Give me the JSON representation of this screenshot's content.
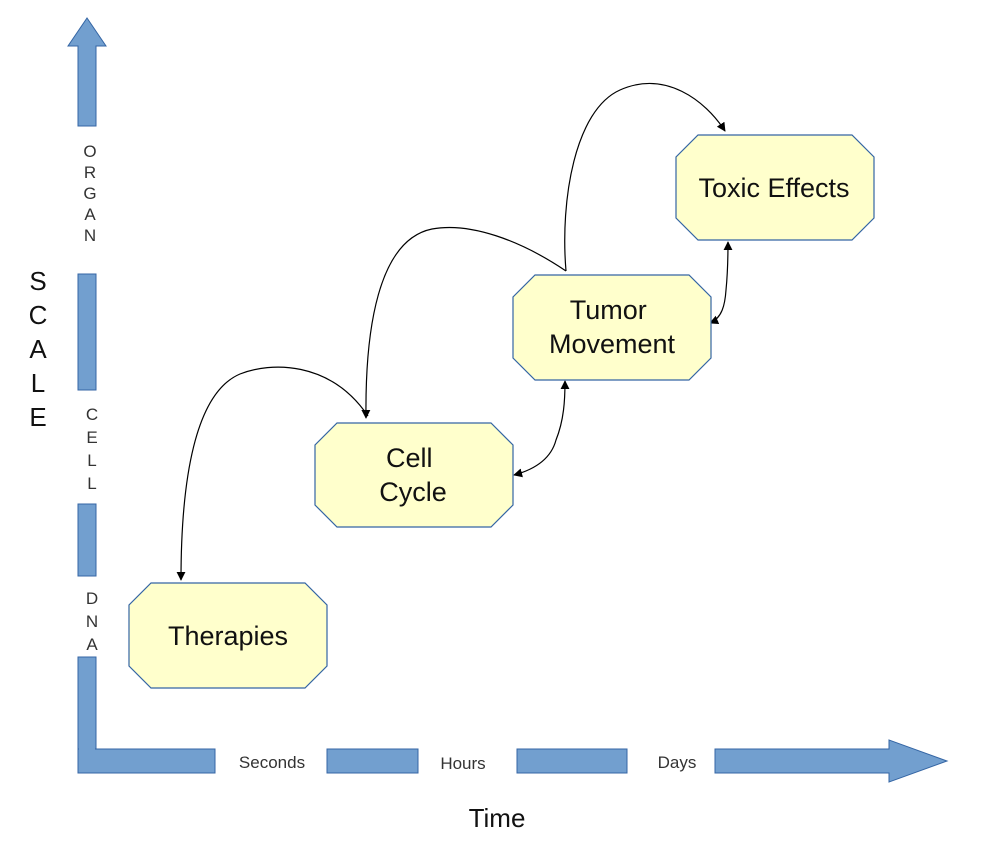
{
  "scale_axis": {
    "title": "SCALE",
    "levels": [
      "ORGAN",
      "CELL",
      "DNA"
    ]
  },
  "time_axis": {
    "title": "Time",
    "levels": [
      "Seconds",
      "Hours",
      "Days"
    ]
  },
  "nodes": {
    "therapies": {
      "label": "Therapies"
    },
    "cell_cycle": {
      "line1": "Cell",
      "line2": "Cycle"
    },
    "tumor_movement": {
      "line1": "Tumor",
      "line2": "Movement"
    },
    "toxic_effects": {
      "label": "Toxic Effects"
    }
  },
  "colors": {
    "axis_fill": "#729fcf",
    "axis_stroke": "#3465a4",
    "node_fill": "#ffffcc",
    "node_stroke": "#3465a4",
    "connector": "#000000"
  }
}
